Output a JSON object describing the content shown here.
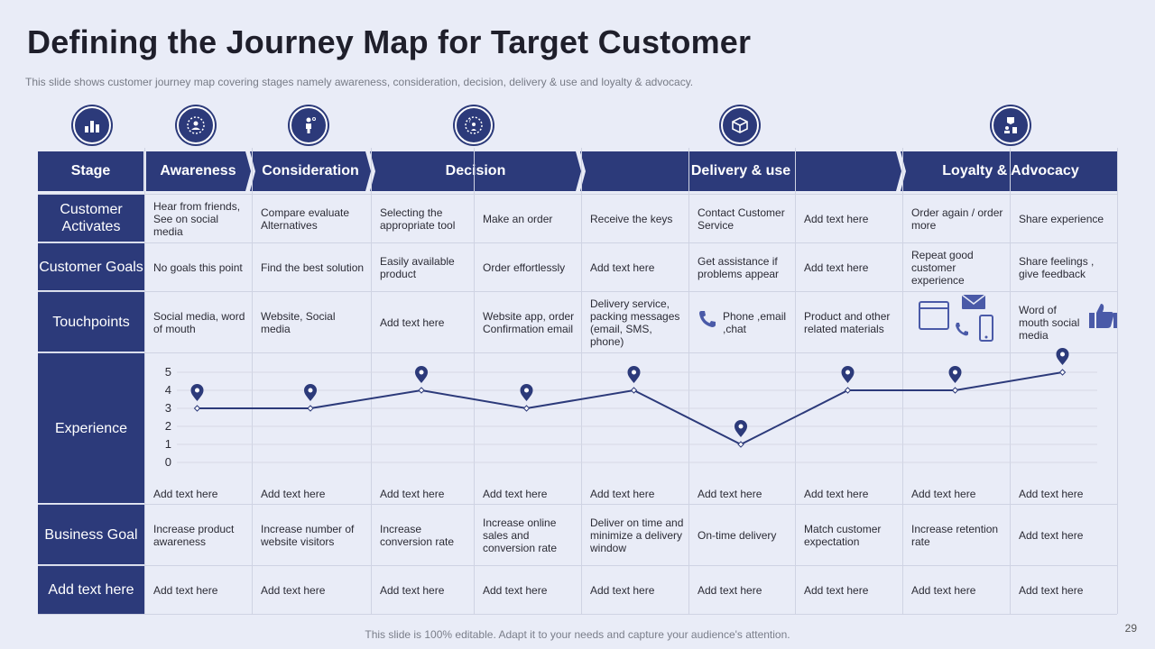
{
  "title": "Defining the Journey Map for Target Customer",
  "subtitle": "This slide shows customer journey map covering stages namely awareness, consideration, decision, delivery & use and loyalty & advocacy.",
  "header": {
    "stage": "Stage",
    "awareness": "Awareness",
    "consideration": "Consideration",
    "decision": "Decision",
    "delivery": "Delivery & use",
    "loyalty": "Loyalty & Advocacy"
  },
  "rows": {
    "activates": {
      "label": "Customer Activates",
      "cells": [
        "Hear from friends, See on social media",
        "Compare evaluate Alternatives",
        "Selecting the appropriate tool",
        "Make an order",
        "Receive the keys",
        "Contact Customer Service",
        "Add text here",
        "Order again / order more",
        "Share experience"
      ]
    },
    "goals": {
      "label": "Customer Goals",
      "cells": [
        "No goals this point",
        "Find the best solution",
        "Easily available product",
        "Order effortlessly",
        "Add text here",
        "Get assistance if problems appear",
        "Add text here",
        "Repeat good customer experience",
        "Share feelings , give feedback"
      ]
    },
    "touchpoints": {
      "label": "Touchpoints",
      "cells": [
        "Social media, word of mouth",
        "Website, Social media",
        "Add text here",
        "Website app, order Confirmation email",
        "Delivery service, packing messages (email, SMS, phone)",
        "Phone ,email ,chat",
        "Product and other related materials",
        "",
        "Word of mouth social media"
      ]
    },
    "experience": {
      "label": "Experience",
      "captions": [
        "Add text here",
        "Add text here",
        "Add text here",
        "Add text here",
        "Add text here",
        "Add text here",
        "Add text here",
        "Add text here",
        "Add text here"
      ]
    },
    "business": {
      "label": "Business Goal",
      "cells": [
        "Increase product awareness",
        "Increase number of website visitors",
        "Increase conversion rate",
        "Increase online sales and conversion rate",
        "Deliver on time and minimize a delivery window",
        "On-time delivery",
        "Match customer expectation",
        "Increase retention rate",
        "Add text here"
      ]
    },
    "extra": {
      "label": "Add text here",
      "cells": [
        "Add text here",
        "Add text here",
        "Add text here",
        "Add text here",
        "Add text here",
        "Add text here",
        "Add text here",
        "Add text here",
        "Add text here"
      ]
    }
  },
  "chart_data": {
    "type": "line",
    "x": [
      1,
      2,
      3,
      4,
      5,
      6,
      7,
      8,
      9
    ],
    "values": [
      3,
      3,
      4,
      3,
      4,
      1,
      4,
      4,
      5
    ],
    "yticks": [
      "5",
      "4",
      "3",
      "2",
      "1",
      "0"
    ],
    "ylim": [
      0,
      5
    ]
  },
  "footer": "This slide is 100% editable. Adapt it to your needs and capture your audience's attention.",
  "page_number": "29",
  "colors": {
    "primary": "#2c3a7a",
    "background": "#e9ecf7",
    "grid": "#cfd3e3"
  }
}
